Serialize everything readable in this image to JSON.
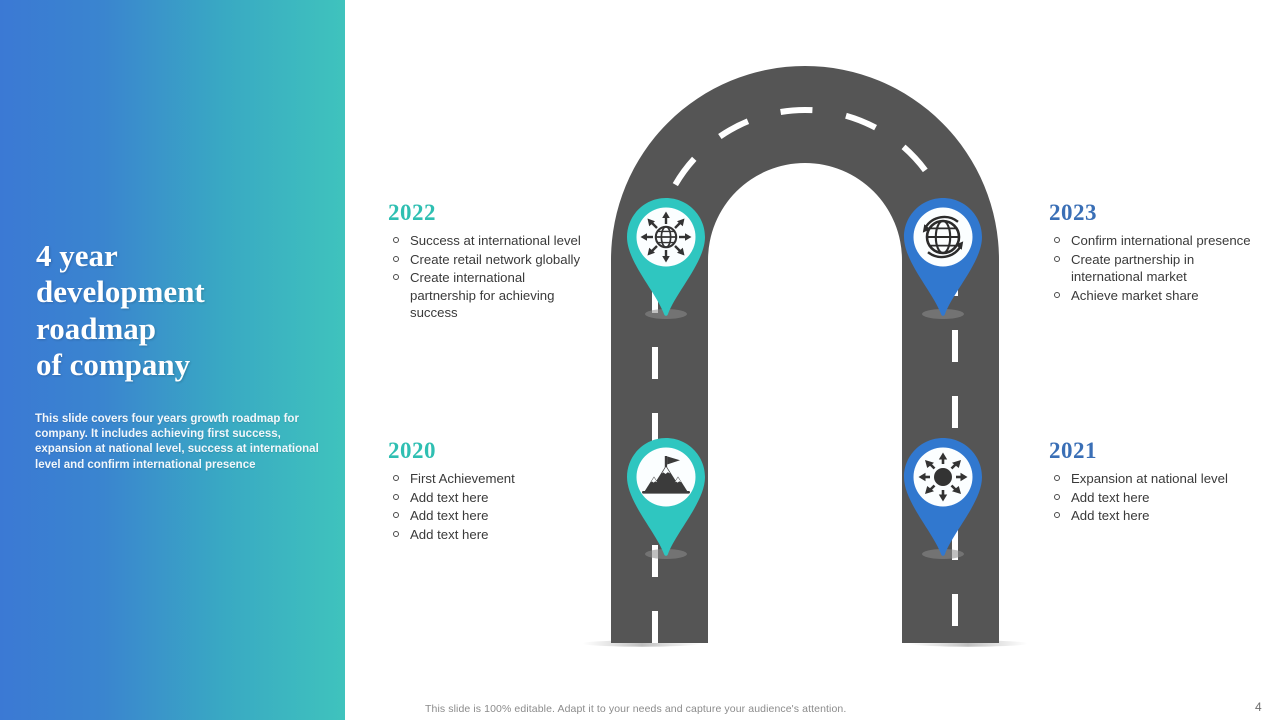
{
  "panel": {
    "title": "4 year\ndevelopment\nroadmap\nof company",
    "description": "This slide covers four years growth roadmap for company. It includes achieving first success, expansion at national level, success at international level and confirm international presence",
    "gradient_from": "#3b79d4",
    "gradient_to": "#3fc3bd"
  },
  "milestones": [
    {
      "id": "2020",
      "year": "2020",
      "color": "#2fbfb2",
      "accent": "teal",
      "icon": "mountain-flag-icon",
      "items": [
        "First Achievement",
        "Add text here",
        "Add text here",
        "Add text here"
      ]
    },
    {
      "id": "2021",
      "year": "2021",
      "color": "#3a6fb6",
      "accent": "blue",
      "icon": "expansion-arrows-icon",
      "items": [
        "Expansion at national level",
        "Add text here",
        "Add text here"
      ]
    },
    {
      "id": "2022",
      "year": "2022",
      "color": "#2fbfb2",
      "accent": "teal",
      "icon": "globe-arrows-icon",
      "items": [
        "Success at international level",
        "Create retail network globally",
        "Create international partnership for achieving success"
      ]
    },
    {
      "id": "2023",
      "year": "2023",
      "color": "#3a6fb6",
      "accent": "blue",
      "icon": "globe-rotate-icon",
      "items": [
        "Confirm international presence",
        "Create partnership in international market",
        "Achieve market share"
      ]
    }
  ],
  "road": {
    "surface_color": "#555555",
    "lane_marking_color": "#ffffff"
  },
  "footer": {
    "note": "This slide is 100% editable. Adapt it to your needs and capture your audience's attention.",
    "page_number": "4"
  }
}
